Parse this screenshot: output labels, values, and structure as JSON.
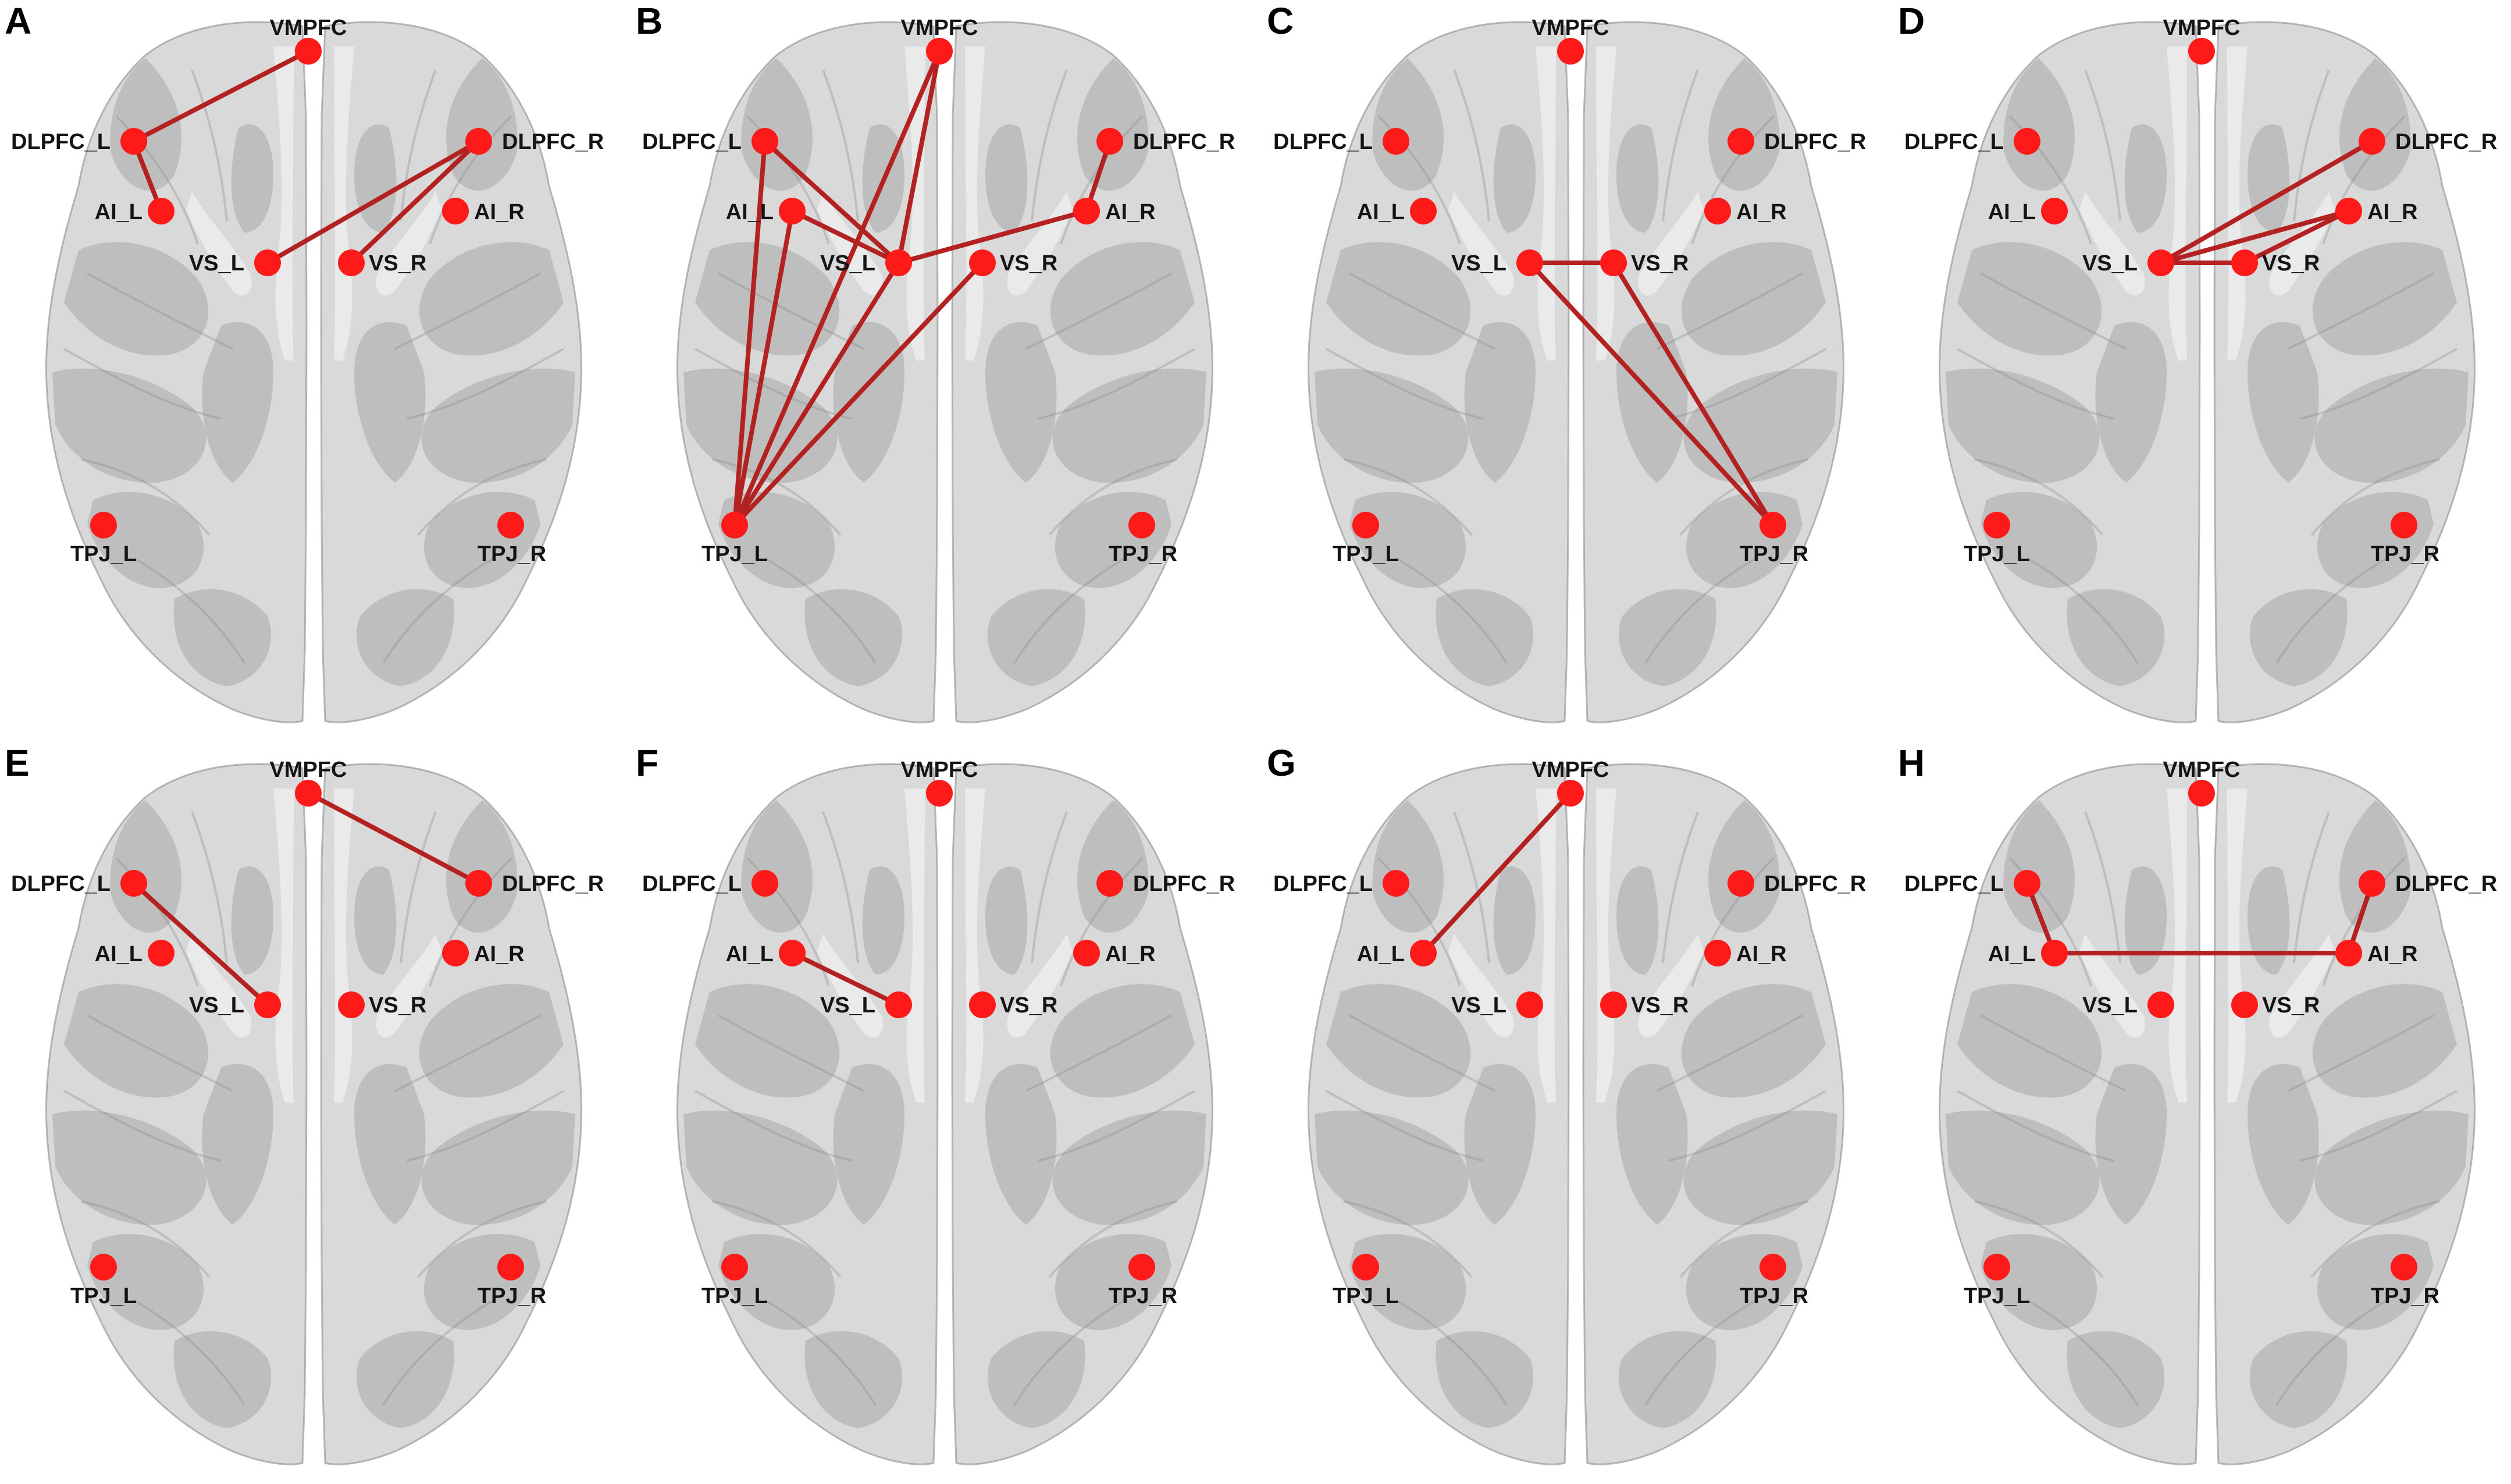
{
  "colors": {
    "node": "#ff1a1a",
    "edge": "#b32121",
    "brain_fill": "#d9d9d9",
    "brain_shade": "#a8a8a8",
    "brain_dark": "#8c8c8c",
    "background": "#ffffff"
  },
  "nodes": {
    "VMPFC": "VMPFC",
    "DLPFC_L": "DLPFC_L",
    "DLPFC_R": "DLPFC_R",
    "AI_L": "AI_L",
    "AI_R": "AI_R",
    "VS_L": "VS_L",
    "VS_R": "VS_R",
    "TPJ_L": "TPJ_L",
    "TPJ_R": "TPJ_R"
  },
  "panels": [
    {
      "letter": "A",
      "edges": [
        [
          "VMPFC",
          "DLPFC_L"
        ],
        [
          "DLPFC_L",
          "AI_L"
        ],
        [
          "DLPFC_R",
          "VS_L"
        ],
        [
          "DLPFC_R",
          "VS_R"
        ]
      ]
    },
    {
      "letter": "B",
      "edges": [
        [
          "DLPFC_L",
          "TPJ_L"
        ],
        [
          "DLPFC_L",
          "VS_L"
        ],
        [
          "AI_L",
          "TPJ_L"
        ],
        [
          "AI_L",
          "VS_L"
        ],
        [
          "VMPFC",
          "TPJ_L"
        ],
        [
          "VMPFC",
          "VS_L"
        ],
        [
          "VS_L",
          "TPJ_L"
        ],
        [
          "VS_L",
          "AI_R"
        ],
        [
          "AI_R",
          "DLPFC_R"
        ],
        [
          "VS_R",
          "TPJ_L"
        ]
      ]
    },
    {
      "letter": "C",
      "edges": [
        [
          "VS_L",
          "VS_R"
        ],
        [
          "VS_L",
          "TPJ_R"
        ],
        [
          "VS_R",
          "TPJ_R"
        ]
      ]
    },
    {
      "letter": "D",
      "edges": [
        [
          "VS_L",
          "DLPFC_R"
        ],
        [
          "VS_L",
          "AI_R"
        ],
        [
          "VS_L",
          "VS_R"
        ],
        [
          "VS_R",
          "AI_R"
        ]
      ]
    },
    {
      "letter": "E",
      "edges": [
        [
          "VMPFC",
          "DLPFC_R"
        ],
        [
          "DLPFC_L",
          "VS_L"
        ]
      ]
    },
    {
      "letter": "F",
      "edges": [
        [
          "AI_L",
          "VS_L"
        ]
      ]
    },
    {
      "letter": "G",
      "edges": [
        [
          "VMPFC",
          "AI_L"
        ]
      ]
    },
    {
      "letter": "H",
      "edges": [
        [
          "DLPFC_L",
          "AI_L"
        ],
        [
          "AI_L",
          "AI_R"
        ],
        [
          "AI_R",
          "DLPFC_R"
        ]
      ]
    }
  ]
}
